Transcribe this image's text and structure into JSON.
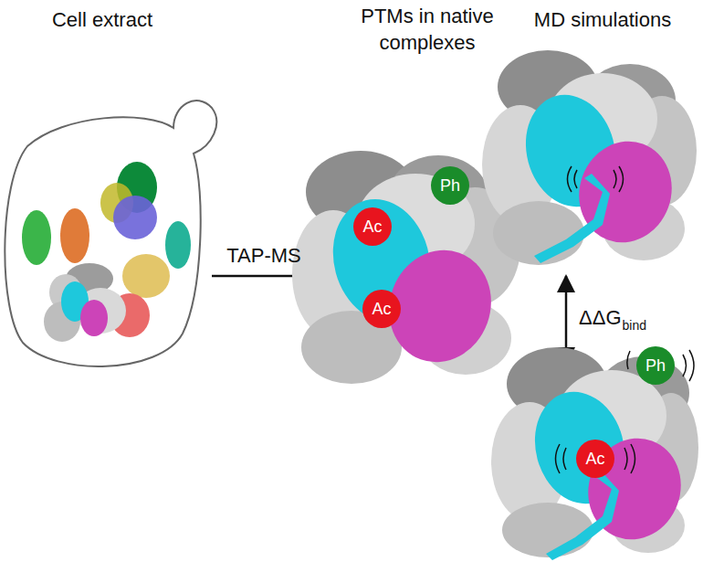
{
  "diagram": {
    "nodes": [
      {
        "text": [
          "Ac"
        ]
      },
      {
        "text": [
          "Ac"
        ]
      },
      {
        "text": [
          "Ph"
        ]
      },
      {
        "text": [
          "Ac"
        ]
      },
      {
        "text": [
          "Ph"
        ]
      }
    ],
    "labels": [
      "Cell extract",
      "PTMs in native complexes",
      "MD simulations",
      "TAP-MS",
      "ΔΔG",
      "bind"
    ]
  }
}
